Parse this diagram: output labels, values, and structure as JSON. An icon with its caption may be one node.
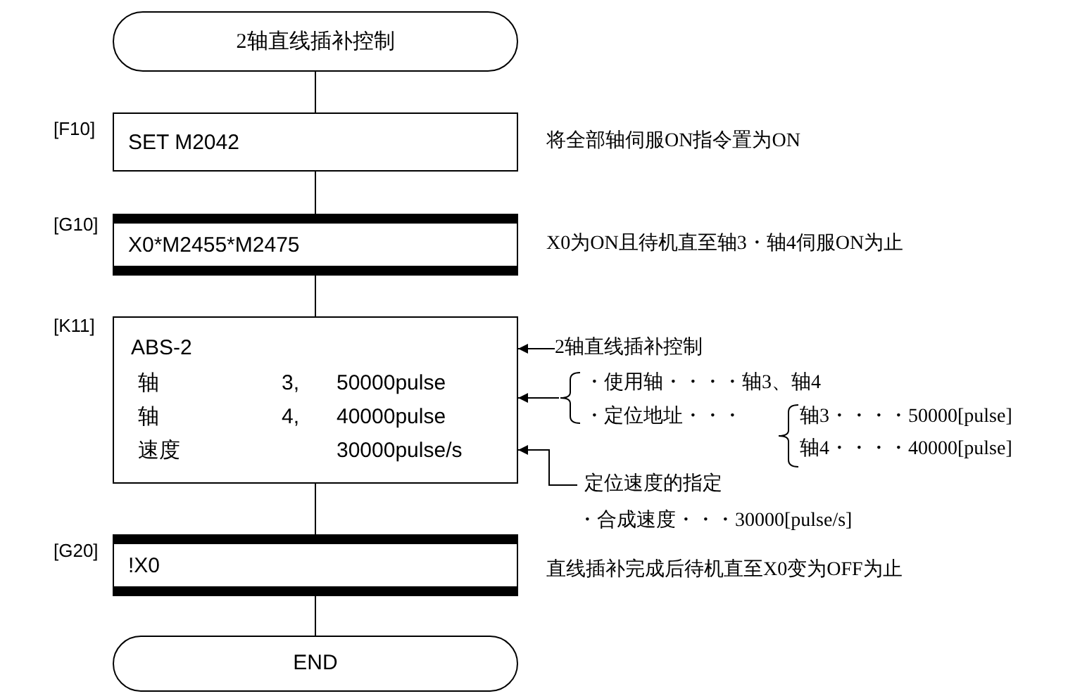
{
  "diagram": {
    "nodes": [
      {
        "text": [
          "2轴直线插补控制"
        ]
      },
      {
        "text": [
          "SET M2042"
        ],
        "beside": [
          "[F10]",
          "将全部轴伺服ON指令置为ON"
        ]
      },
      {
        "text": [
          "X0*M2455*M2475"
        ],
        "beside": [
          "[G10]",
          "X0为ON且待机直至轴3・轴4伺服ON为止"
        ]
      },
      {
        "text": [
          "ABS-2",
          "轴",
          "3,",
          "50000pulse",
          "轴",
          "4,",
          "40000pulse",
          "速度",
          "30000pulse/s"
        ],
        "beside": [
          "[K11]"
        ]
      },
      {
        "text": [
          "!X0"
        ],
        "beside": [
          "[G20]",
          "直线插补完成后待机直至X0变为OFF为止"
        ]
      },
      {
        "text": [
          "END"
        ]
      },
      {
        "text": [
          "2轴直线插补控制"
        ]
      },
      {
        "text": [
          "・使用轴・・・・轴3、轴4",
          "・定位地址・・・",
          "轴3・・・・50000[pulse]",
          "轴4・・・・40000[pulse]"
        ]
      },
      {
        "text": [
          "定位速度的指定",
          "・合成速度・・・30000[pulse/s]"
        ]
      }
    ],
    "edges": [
      {
        "from": 0,
        "to": 1,
        "arrow": "none"
      },
      {
        "from": 1,
        "to": 2,
        "arrow": "none"
      },
      {
        "from": 2,
        "to": 3,
        "arrow": "none"
      },
      {
        "from": 3,
        "to": 4,
        "arrow": "none"
      },
      {
        "from": 4,
        "to": 5,
        "arrow": "none"
      },
      {
        "from": 6,
        "to": 3,
        "arrow": "to"
      },
      {
        "from": 7,
        "to": 3,
        "arrow": "to"
      },
      {
        "from": 8,
        "to": 3,
        "arrow": "to"
      }
    ]
  }
}
